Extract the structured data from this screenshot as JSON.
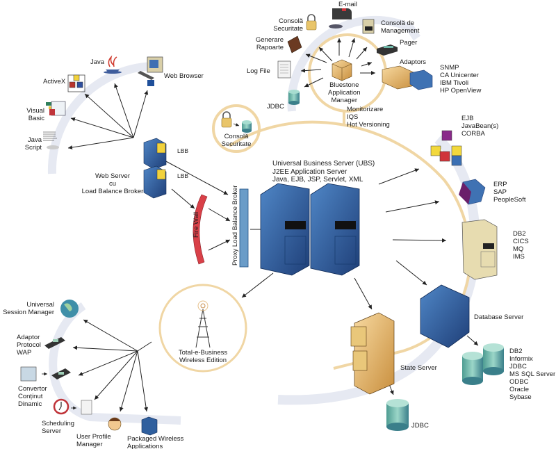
{
  "diagram": {
    "center": {
      "title_lines": [
        "Universal Business Server (UBS)",
        "J2EE Application Server",
        "Java, EJB, JSP, Servlet, XML"
      ]
    },
    "management": {
      "hub_lines": [
        "Bluestone",
        "Application",
        "Manager"
      ],
      "features_lines": [
        "Monitorizare",
        "IQS",
        "Hot Versioning"
      ],
      "security_console_lines": [
        "Consolă",
        "Securitate"
      ],
      "email": "E-mail",
      "management_console_lines": [
        "Consolă de",
        "Management"
      ],
      "pager": "Pager",
      "adaptors": "Adaptors",
      "adaptor_targets": [
        "SNMP",
        "CA Unicenter",
        "IBM Tivoli",
        "HP OpenView"
      ],
      "reports_lines": [
        "Generare",
        "Rapoarte"
      ],
      "log_file": "Log File",
      "jdbc": "JDBC"
    },
    "security_bubble_lines": [
      "Consolă",
      "Securitate"
    ],
    "clients": {
      "java": "Java",
      "web_browser": "Web Browser",
      "activex": "ActiveX",
      "visual_basic_lines": [
        "Visual",
        "Basic"
      ],
      "javascript_lines": [
        "Java",
        "Script"
      ],
      "lbb_top": "LBB",
      "lbb_bottom": "LBB",
      "web_server_lines": [
        "Web Server",
        "cu",
        "Load Balance Broker"
      ],
      "fire_wall": "Fire Wall",
      "proxy": "Proxy Load Balance Broker"
    },
    "backends": {
      "ejb_lines": [
        "EJB",
        "JavaBean(s)",
        "CORBA"
      ],
      "erp_lines": [
        "ERP",
        "SAP",
        "PeopleSoft"
      ],
      "mainframe_lines": [
        "DB2",
        "CICS",
        "MQ",
        "IMS"
      ],
      "database_server": "Database Server",
      "databases": [
        "DB2",
        "Informix",
        "JDBC",
        "MS SQL Server",
        "ODBC",
        "Oracle",
        "Sybase"
      ],
      "state_server": "State Server",
      "state_jdbc": "JDBC"
    },
    "wireless": {
      "edition_lines": [
        "Total-e-Business",
        "Wireless Edition"
      ],
      "session_manager_lines": [
        "Universal",
        "Session Manager"
      ],
      "wap_lines": [
        "Adaptor",
        "Protocol",
        "WAP"
      ],
      "converter_lines": [
        "Convertor",
        "Conținut",
        "Dinamic"
      ],
      "scheduling_lines": [
        "Scheduling",
        "Server"
      ],
      "user_profile_lines": [
        "User Profile",
        "Manager"
      ],
      "packaged_lines": [
        "Packaged Wireless",
        "Applications"
      ]
    },
    "colors": {
      "ring_tan": "#f0d6a4",
      "arc_grey": "#e6e9f2",
      "server_blue": "#2f5f9e",
      "firewall_red": "#d94048",
      "proxy_blue": "#6a9cc8",
      "cylinder_teal": "#7fc4b8"
    }
  }
}
